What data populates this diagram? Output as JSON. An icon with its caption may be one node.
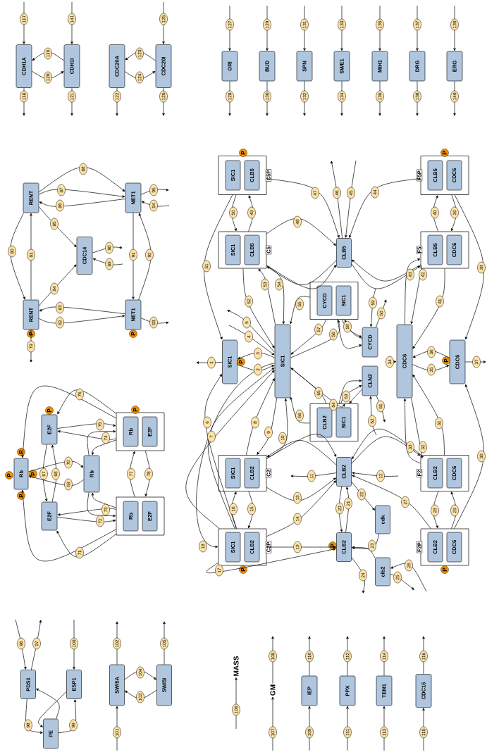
{
  "diagram": {
    "nodes": [
      {
        "text": [
          "CDH1A"
        ]
      },
      {
        "text": [
          "CDH1I"
        ]
      },
      {
        "text": [
          "CDC20A"
        ]
      },
      {
        "text": [
          "CDC20I"
        ]
      },
      {
        "text": [
          "RENT"
        ]
      },
      {
        "text": [
          "NET1"
        ]
      },
      {
        "text": [
          "CDC14"
        ]
      },
      {
        "text": [
          "RENT"
        ],
        "beside": [
          "P"
        ]
      },
      {
        "text": [
          "NET1"
        ],
        "beside": [
          "P"
        ]
      },
      {
        "text": [
          "Rb"
        ],
        "beside": [
          "P",
          "P",
          "P",
          "P"
        ]
      },
      {
        "text": [
          "E2F"
        ],
        "beside": [
          "P"
        ]
      },
      {
        "text": [
          "Rb"
        ]
      },
      {
        "text": [
          "E2F"
        ]
      },
      {
        "text": [],
        "shape": "octagon",
        "beside": [
          "P"
        ]
      },
      {
        "text": [
          "Rb"
        ],
        "in": 13
      },
      {
        "text": [
          "E2F"
        ],
        "in": 13
      },
      {
        "text": [],
        "shape": "octagon"
      },
      {
        "text": [
          "Rb"
        ],
        "in": 16
      },
      {
        "text": [
          "E2F"
        ],
        "in": 16
      },
      {
        "text": [
          "PDS1"
        ]
      },
      {
        "text": [
          "ESP1"
        ]
      },
      {
        "text": [
          "PE"
        ]
      },
      {
        "text": [
          "SWI5A"
        ]
      },
      {
        "text": [
          "SWI5I"
        ]
      },
      {
        "text": [
          "MASS"
        ]
      },
      {
        "text": [
          "GM"
        ]
      },
      {
        "text": [
          "IEP"
        ]
      },
      {
        "text": [
          "PPX"
        ]
      },
      {
        "text": [
          "TEM1"
        ]
      },
      {
        "text": [
          "CDC15"
        ]
      },
      {
        "text": [
          "ORI"
        ]
      },
      {
        "text": [
          "BUD"
        ]
      },
      {
        "text": [
          "SPN"
        ]
      },
      {
        "text": [
          "SWE1"
        ]
      },
      {
        "text": [
          "MIH1"
        ]
      },
      {
        "text": [
          "DRG"
        ]
      },
      {
        "text": [
          "ERG"
        ]
      },
      {
        "text": [
          "C5P"
        ],
        "beside": [
          "P"
        ]
      },
      {
        "text": [
          "SIC1"
        ],
        "in": 37
      },
      {
        "text": [
          "CLB5"
        ],
        "in": 37
      },
      {
        "text": [
          "F5P"
        ],
        "beside": [
          "P"
        ]
      },
      {
        "text": [
          "CLB5"
        ],
        "in": 40
      },
      {
        "text": [
          "CDC6"
        ],
        "in": 40
      },
      {
        "text": [
          "C5"
        ]
      },
      {
        "text": [
          "SIC1"
        ],
        "in": 43
      },
      {
        "text": [
          "CLB5"
        ],
        "in": 43
      },
      {
        "text": [
          "CLB5"
        ]
      },
      {
        "text": [
          "F5"
        ]
      },
      {
        "text": [
          "CLB5"
        ],
        "in": 47
      },
      {
        "text": [
          "CDC6"
        ],
        "in": 47
      },
      {
        "text": [],
        "shape": "octagon"
      },
      {
        "text": [
          "CYCD"
        ],
        "in": 50
      },
      {
        "text": [
          "SIC1"
        ],
        "in": 50
      },
      {
        "text": [
          "SIC1"
        ],
        "beside": [
          "P"
        ]
      },
      {
        "text": [
          "SIC1"
        ]
      },
      {
        "text": [
          "CYCD"
        ]
      },
      {
        "text": [
          "CLN2"
        ]
      },
      {
        "text": [
          "CDC6"
        ]
      },
      {
        "text": [
          "CDC6"
        ],
        "beside": [
          "P"
        ]
      },
      {
        "text": [],
        "shape": "octagon"
      },
      {
        "text": [
          "CLN2"
        ],
        "in": 59
      },
      {
        "text": [
          "SIC1"
        ],
        "in": 59
      },
      {
        "text": [
          "C2"
        ]
      },
      {
        "text": [
          "SIC1"
        ],
        "in": 62
      },
      {
        "text": [
          "CLB2"
        ],
        "in": 62
      },
      {
        "text": [
          "CLB2"
        ]
      },
      {
        "text": [
          "F2"
        ]
      },
      {
        "text": [
          "CLB2"
        ],
        "in": 66
      },
      {
        "text": [
          "CDC6"
        ],
        "in": 66
      },
      {
        "text": [
          "cdk"
        ]
      },
      {
        "text": [
          "C2P"
        ],
        "beside": [
          "P"
        ]
      },
      {
        "text": [
          "SIC1"
        ],
        "in": 70
      },
      {
        "text": [
          "CLB2"
        ],
        "in": 70
      },
      {
        "text": [
          "CLB2"
        ],
        "beside": [
          "P"
        ]
      },
      {
        "text": [
          "clb2"
        ]
      },
      {
        "text": [
          "F2P"
        ],
        "beside": [
          "P"
        ]
      },
      {
        "text": [
          "CLB2"
        ],
        "in": 75
      },
      {
        "text": [
          "CDC6"
        ],
        "in": 75
      }
    ],
    "edges": [
      {
        "from": null,
        "to": 0,
        "arrow": "to",
        "label": "117"
      },
      {
        "from": 0,
        "to": null,
        "arrow": "to",
        "label": "118"
      },
      {
        "from": 1,
        "to": 0,
        "arrow": "to",
        "label": "119"
      },
      {
        "from": 0,
        "to": 1,
        "arrow": "to",
        "label": "120"
      },
      {
        "from": null,
        "to": 1,
        "arrow": "to",
        "label": "141"
      },
      {
        "from": 1,
        "to": null,
        "arrow": "to",
        "label": "121"
      },
      {
        "from": 3,
        "to": 2,
        "arrow": "to",
        "label": "123"
      },
      {
        "from": 2,
        "to": 3,
        "arrow": "to",
        "label": "124"
      },
      {
        "from": null,
        "to": 3,
        "arrow": "to",
        "label": "125"
      },
      {
        "from": 2,
        "to": null,
        "arrow": "to",
        "label": "122"
      },
      {
        "from": 3,
        "to": null,
        "arrow": "to",
        "label": "126"
      },
      {
        "from": 4,
        "to": 7,
        "arrow": "to",
        "label": "80"
      },
      {
        "from": 7,
        "to": 4,
        "arrow": "to",
        "label": "81"
      },
      {
        "from": 7,
        "to": 8,
        "arrow": "to",
        "label": "82"
      },
      {
        "from": 8,
        "to": 7,
        "arrow": "to",
        "label": "83"
      },
      {
        "from": 7,
        "to": 6,
        "arrow": "to",
        "label": "84"
      },
      {
        "from": 4,
        "to": 6,
        "arrow": "to",
        "label": "85"
      },
      {
        "from": 5,
        "to": 4,
        "arrow": "to",
        "label": "86"
      },
      {
        "from": 4,
        "to": 5,
        "arrow": "to",
        "label": "87"
      },
      {
        "from": 4,
        "to": 5,
        "arrow": "to",
        "label": "88"
      },
      {
        "from": null,
        "to": 6,
        "arrow": "to",
        "label": "89"
      },
      {
        "from": 6,
        "to": null,
        "arrow": "to",
        "label": "90"
      },
      {
        "from": 5,
        "to": 8,
        "arrow": "to",
        "label": "91"
      },
      {
        "from": 8,
        "to": 5,
        "arrow": "to",
        "label": "92"
      },
      {
        "from": 8,
        "to": null,
        "arrow": "to",
        "label": "93"
      },
      {
        "from": null,
        "to": 5,
        "arrow": "to",
        "label": "94"
      },
      {
        "from": 5,
        "to": null,
        "arrow": "to",
        "label": "95"
      },
      {
        "from": 7,
        "to": null,
        "arrow": "to",
        "label": "79"
      },
      {
        "from": 10,
        "to": 12,
        "arrow": "to",
        "label": "67"
      },
      {
        "from": 12,
        "to": 10,
        "arrow": "to",
        "label": "68"
      },
      {
        "from": 11,
        "to": 9,
        "arrow": "to",
        "label": "69"
      },
      {
        "from": 9,
        "to": 11,
        "arrow": "to",
        "label": "70"
      },
      {
        "from": 16,
        "to": 12,
        "arrow": "to",
        "label": "71"
      },
      {
        "from": 16,
        "to": 9,
        "arrow": "to"
      },
      {
        "from": 13,
        "to": 10,
        "arrow": "to",
        "label": "76"
      },
      {
        "from": 13,
        "to": 9,
        "arrow": "to"
      },
      {
        "from": 12,
        "to": 16,
        "arrow": "to",
        "label": "72"
      },
      {
        "from": 11,
        "to": 16,
        "arrow": "to"
      },
      {
        "from": 16,
        "to": 12,
        "arrow": "to",
        "label": "73"
      },
      {
        "from": 16,
        "to": 11,
        "arrow": "to"
      },
      {
        "from": 13,
        "to": 10,
        "arrow": "to",
        "label": "74"
      },
      {
        "from": 13,
        "to": 11,
        "arrow": "to"
      },
      {
        "from": 10,
        "to": 13,
        "arrow": "to",
        "label": "75"
      },
      {
        "from": 11,
        "to": 13,
        "arrow": "to"
      },
      {
        "from": 16,
        "to": 13,
        "arrow": "to",
        "label": "77"
      },
      {
        "from": 13,
        "to": 16,
        "arrow": "to",
        "label": "78"
      },
      {
        "from": null,
        "to": 19,
        "arrow": "to",
        "label": "96"
      },
      {
        "from": 19,
        "to": null,
        "arrow": "to",
        "label": "97"
      },
      {
        "from": 19,
        "to": 21,
        "arrow": "to",
        "label": "98"
      },
      {
        "from": 20,
        "to": 21,
        "arrow": "to"
      },
      {
        "from": 21,
        "to": 20,
        "arrow": "to",
        "label": "99"
      },
      {
        "from": 21,
        "to": 19,
        "arrow": "to"
      },
      {
        "from": null,
        "to": 20,
        "arrow": "to",
        "label": "100"
      },
      {
        "from": null,
        "to": 22,
        "arrow": "to",
        "label": "101"
      },
      {
        "from": 22,
        "to": null,
        "arrow": "to",
        "label": "102"
      },
      {
        "from": 23,
        "to": 22,
        "arrow": "to",
        "label": "103"
      },
      {
        "from": 22,
        "to": 23,
        "arrow": "to",
        "label": "104"
      },
      {
        "from": 23,
        "to": null,
        "arrow": "to",
        "label": "105"
      },
      {
        "from": null,
        "to": 24,
        "arrow": "to",
        "label": "106"
      },
      {
        "from": null,
        "to": 25,
        "arrow": "to",
        "label": "107"
      },
      {
        "from": 25,
        "to": null,
        "arrow": "to",
        "label": "108"
      },
      {
        "from": null,
        "to": 26,
        "arrow": "to",
        "label": "109"
      },
      {
        "from": 26,
        "to": null,
        "arrow": "to",
        "label": "110"
      },
      {
        "from": null,
        "to": 27,
        "arrow": "to",
        "label": "111"
      },
      {
        "from": 27,
        "to": null,
        "arrow": "to",
        "label": "112"
      },
      {
        "from": null,
        "to": 28,
        "arrow": "to",
        "label": "113"
      },
      {
        "from": 28,
        "to": null,
        "arrow": "to",
        "label": "114"
      },
      {
        "from": null,
        "to": 29,
        "arrow": "to",
        "label": "115"
      },
      {
        "from": 29,
        "to": null,
        "arrow": "to",
        "label": "116"
      },
      {
        "from": null,
        "to": 30,
        "arrow": "to",
        "label": "127"
      },
      {
        "from": 30,
        "to": null,
        "arrow": "to",
        "label": "128"
      },
      {
        "from": null,
        "to": 31,
        "arrow": "to",
        "label": "129"
      },
      {
        "from": 31,
        "to": null,
        "arrow": "to",
        "label": "130"
      },
      {
        "from": null,
        "to": 32,
        "arrow": "to",
        "label": "131"
      },
      {
        "from": 32,
        "to": null,
        "arrow": "to",
        "label": "132"
      },
      {
        "from": null,
        "to": 33,
        "arrow": "to",
        "label": "133"
      },
      {
        "from": 33,
        "to": null,
        "arrow": "to",
        "label": "134"
      },
      {
        "from": null,
        "to": 34,
        "arrow": "to",
        "label": "135"
      },
      {
        "from": 34,
        "to": null,
        "arrow": "to",
        "label": "136"
      },
      {
        "from": null,
        "to": 35,
        "arrow": "to",
        "label": "137"
      },
      {
        "from": 35,
        "to": null,
        "arrow": "to",
        "label": "138"
      },
      {
        "from": null,
        "to": 36,
        "arrow": "to",
        "label": "139"
      },
      {
        "from": 36,
        "to": null,
        "arrow": "to",
        "label": "140"
      },
      {
        "from": 53,
        "to": null,
        "arrow": "to",
        "label": "1"
      },
      {
        "from": 53,
        "to": 54,
        "arrow": "to",
        "label": "2"
      },
      {
        "from": 54,
        "to": 53,
        "arrow": "to",
        "label": "3"
      },
      {
        "from": null,
        "to": 54,
        "arrow": "to",
        "label": "4"
      },
      {
        "from": 54,
        "to": null,
        "arrow": "to",
        "label": "5"
      },
      {
        "from": 70,
        "to": 53,
        "arrow": "to",
        "label": "6"
      },
      {
        "from": 70,
        "to": 54,
        "arrow": "to",
        "label": "7"
      },
      {
        "from": 62,
        "to": 54,
        "arrow": "to",
        "label": "8"
      },
      {
        "from": 54,
        "to": 62,
        "arrow": "to",
        "label": "9"
      },
      {
        "from": 65,
        "to": 62,
        "arrow": "to"
      },
      {
        "from": 62,
        "to": 54,
        "arrow": "to",
        "label": "10"
      },
      {
        "from": 62,
        "to": 65,
        "arrow": "to"
      },
      {
        "from": 65,
        "to": null,
        "arrow": "to",
        "label": "11"
      },
      {
        "from": null,
        "to": 65,
        "arrow": "to",
        "label": "12"
      },
      {
        "from": 62,
        "to": 65,
        "arrow": "to",
        "label": "13"
      },
      {
        "from": 70,
        "to": 65,
        "arrow": "to",
        "label": "14"
      },
      {
        "from": 62,
        "to": 70,
        "arrow": "to",
        "label": "15"
      },
      {
        "from": 70,
        "to": 62,
        "arrow": "to",
        "label": "16"
      },
      {
        "from": 70,
        "to": 73,
        "arrow": "to",
        "label": "17"
      },
      {
        "from": 70,
        "to": 54,
        "arrow": "to"
      },
      {
        "from": 54,
        "to": 70,
        "arrow": "to",
        "label": "18"
      },
      {
        "from": 70,
        "to": 73,
        "arrow": "to",
        "label": "19"
      },
      {
        "from": 65,
        "to": 73,
        "arrow": "to",
        "label": "20"
      },
      {
        "from": 73,
        "to": 65,
        "arrow": "to",
        "label": "21"
      },
      {
        "from": 65,
        "to": 69,
        "arrow": "to",
        "label": "22"
      },
      {
        "from": 69,
        "to": 73,
        "arrow": "to",
        "label": "23"
      },
      {
        "from": 74,
        "to": 73,
        "arrow": "to"
      },
      {
        "from": 73,
        "to": null,
        "arrow": "to",
        "label": "24"
      },
      {
        "from": 74,
        "to": null,
        "arrow": "to",
        "label": "25"
      },
      {
        "from": null,
        "to": 74,
        "arrow": "to",
        "label": "26"
      },
      {
        "from": 75,
        "to": 65,
        "arrow": "to",
        "label": "27"
      },
      {
        "from": 66,
        "to": 75,
        "arrow": "to",
        "label": "28"
      },
      {
        "from": 75,
        "to": 66,
        "arrow": "to",
        "label": "29"
      },
      {
        "from": 75,
        "to": 58,
        "arrow": "to",
        "label": "30"
      },
      {
        "from": 66,
        "to": 57,
        "arrow": "to",
        "label": "31"
      },
      {
        "from": 57,
        "to": 66,
        "arrow": "to",
        "label": "32"
      },
      {
        "from": 65,
        "to": 66,
        "arrow": "to"
      },
      {
        "from": 66,
        "to": 57,
        "arrow": "to",
        "label": "33"
      },
      {
        "from": 66,
        "to": 65,
        "arrow": "to"
      },
      {
        "from": null,
        "to": 57,
        "arrow": "to",
        "label": "34"
      },
      {
        "from": 57,
        "to": 58,
        "arrow": "to",
        "label": "35"
      },
      {
        "from": 58,
        "to": 57,
        "arrow": "to",
        "label": "36"
      },
      {
        "from": 58,
        "to": null,
        "arrow": "to",
        "label": "37"
      },
      {
        "from": 40,
        "to": 58,
        "arrow": "to",
        "label": "38"
      },
      {
        "from": 40,
        "to": 47,
        "arrow": "to",
        "label": "39"
      },
      {
        "from": 47,
        "to": 40,
        "arrow": "to",
        "label": "40"
      },
      {
        "from": 47,
        "to": 57,
        "arrow": "to",
        "label": "41"
      },
      {
        "from": 47,
        "to": 57,
        "arrow": "to",
        "label": "42"
      },
      {
        "from": 47,
        "to": 46,
        "arrow": "to"
      },
      {
        "from": 57,
        "to": 47,
        "arrow": "to",
        "label": "43"
      },
      {
        "from": 46,
        "to": 47,
        "arrow": "to"
      },
      {
        "from": 40,
        "to": 46,
        "arrow": "to",
        "label": "44"
      },
      {
        "from": null,
        "to": 46,
        "arrow": "to",
        "label": "45"
      },
      {
        "from": 46,
        "to": null,
        "arrow": "to",
        "label": "46"
      },
      {
        "from": 37,
        "to": 46,
        "arrow": "to",
        "label": "47"
      },
      {
        "from": 43,
        "to": 46,
        "arrow": "to",
        "label": "48"
      },
      {
        "from": 43,
        "to": 37,
        "arrow": "to",
        "label": "49"
      },
      {
        "from": 37,
        "to": 43,
        "arrow": "to",
        "label": "50"
      },
      {
        "from": 37,
        "to": 53,
        "arrow": "to",
        "label": "51"
      },
      {
        "from": 43,
        "to": 54,
        "arrow": "to",
        "label": "52"
      },
      {
        "from": 54,
        "to": 43,
        "arrow": "to",
        "label": "53"
      },
      {
        "from": 46,
        "to": 43,
        "arrow": "to"
      },
      {
        "from": 43,
        "to": 54,
        "arrow": "to",
        "label": "54"
      },
      {
        "from": 43,
        "to": 46,
        "arrow": "to"
      },
      {
        "from": 50,
        "to": 54,
        "arrow": "to",
        "label": "55"
      },
      {
        "from": 54,
        "to": 50,
        "arrow": "to",
        "label": "56"
      },
      {
        "from": 55,
        "to": 50,
        "arrow": "to"
      },
      {
        "from": 50,
        "to": 54,
        "arrow": "to",
        "label": "57"
      },
      {
        "from": 50,
        "to": 55,
        "arrow": "to"
      },
      {
        "from": 50,
        "to": 55,
        "arrow": "to",
        "label": "58"
      },
      {
        "from": null,
        "to": 55,
        "arrow": "to",
        "label": "59"
      },
      {
        "from": 55,
        "to": null,
        "arrow": "to",
        "label": "60"
      },
      {
        "from": 56,
        "to": null,
        "arrow": "to",
        "label": "61"
      },
      {
        "from": null,
        "to": 56,
        "arrow": "to",
        "label": "62"
      },
      {
        "from": 59,
        "to": 56,
        "arrow": "to",
        "label": "63"
      },
      {
        "from": 54,
        "to": 59,
        "arrow": "to",
        "label": "64"
      },
      {
        "from": 56,
        "to": 59,
        "arrow": "to"
      },
      {
        "from": 59,
        "to": 54,
        "arrow": "to",
        "label": "65"
      },
      {
        "from": 59,
        "to": 56,
        "arrow": "to"
      },
      {
        "from": 59,
        "to": 54,
        "arrow": "to",
        "label": "66"
      }
    ]
  }
}
